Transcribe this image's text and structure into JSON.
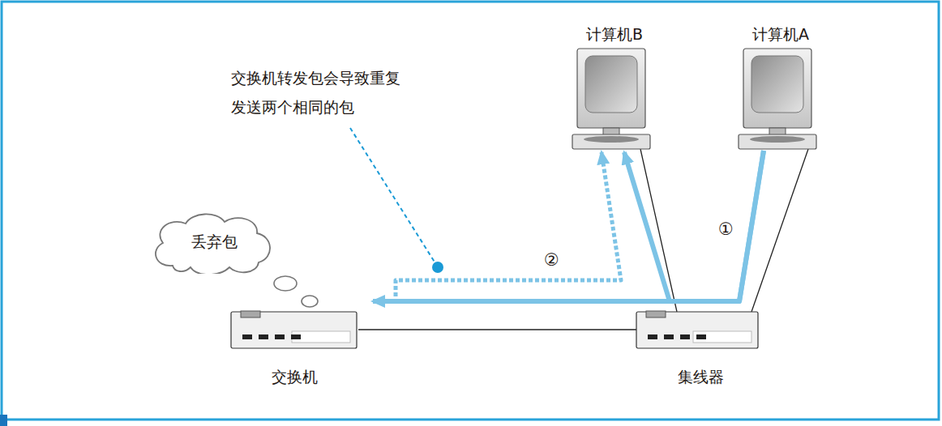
{
  "diagram": {
    "nodes": [
      {
        "text": [
          "计算机B"
        ]
      },
      {
        "text": [
          "计算机A"
        ]
      },
      {
        "text": [
          "丢弃包"
        ]
      },
      {
        "text": [
          "交换机"
        ]
      },
      {
        "text": [
          "集线器"
        ]
      }
    ],
    "edges": [
      {
        "from": 1,
        "to": 4,
        "arrow": "none"
      },
      {
        "from": 0,
        "to": 4,
        "arrow": "none"
      },
      {
        "from": 4,
        "to": 3,
        "arrow": "none"
      },
      {
        "from": 1,
        "to": 0,
        "arrow": "to"
      },
      {
        "from": 1,
        "to": 3,
        "arrow": "to"
      },
      {
        "from": 3,
        "to": 0,
        "arrow": "to"
      }
    ],
    "labels": [
      "交换机转发包会导致重复 发送两个相同的包",
      "①",
      "②"
    ]
  }
}
